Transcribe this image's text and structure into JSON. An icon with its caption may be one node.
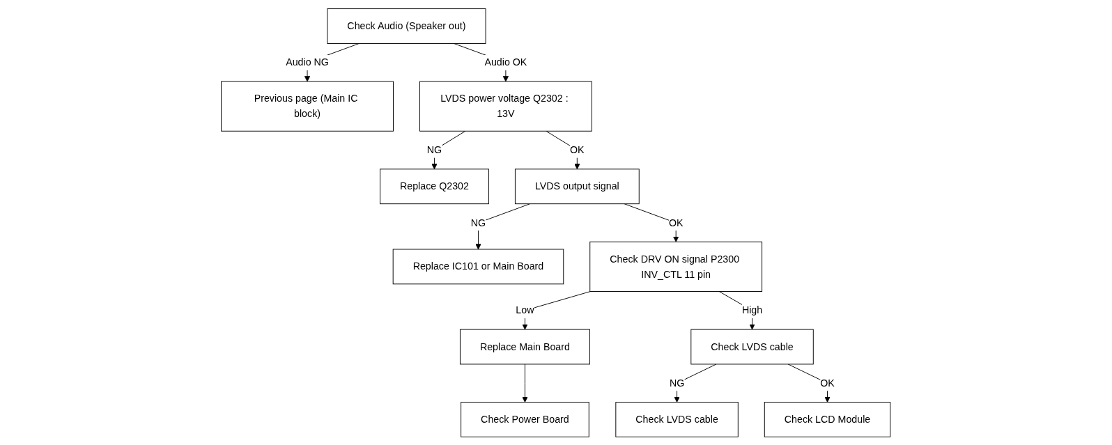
{
  "diagram": {
    "nodes": [
      {
        "text": [
          "Check Audio (Speaker out)"
        ]
      },
      {
        "text": [
          "Previous page (Main IC block)"
        ]
      },
      {
        "text": [
          "LVDS power voltage Q2302 : 13V"
        ]
      },
      {
        "text": [
          "Replace Q2302"
        ]
      },
      {
        "text": [
          "LVDS output signal"
        ]
      },
      {
        "text": [
          "Replace IC101 or Main Board"
        ]
      },
      {
        "text": [
          "Check DRV ON signal P2300 INV_CTL 11 pin"
        ]
      },
      {
        "text": [
          "Replace Main Board"
        ]
      },
      {
        "text": [
          "Check Power Board"
        ]
      },
      {
        "text": [
          "Check LVDS cable"
        ]
      },
      {
        "text": [
          "Check LVDS cable"
        ]
      },
      {
        "text": [
          "Check LCD Module"
        ]
      }
    ],
    "edges": [
      {
        "from": 0,
        "to": 1,
        "arrow": "to",
        "label": "Audio NG"
      },
      {
        "from": 0,
        "to": 2,
        "arrow": "to",
        "label": "Audio OK"
      },
      {
        "from": 2,
        "to": 3,
        "arrow": "to",
        "label": "NG"
      },
      {
        "from": 2,
        "to": 4,
        "arrow": "to",
        "label": "OK"
      },
      {
        "from": 4,
        "to": 5,
        "arrow": "to",
        "label": "NG"
      },
      {
        "from": 4,
        "to": 6,
        "arrow": "to",
        "label": "OK"
      },
      {
        "from": 6,
        "to": 7,
        "arrow": "to",
        "label": "Low"
      },
      {
        "from": 7,
        "to": 8,
        "arrow": "to"
      },
      {
        "from": 6,
        "to": 9,
        "arrow": "to",
        "label": "High"
      },
      {
        "from": 9,
        "to": 10,
        "arrow": "to",
        "label": "NG"
      },
      {
        "from": 9,
        "to": 11,
        "arrow": "to",
        "label": "OK"
      }
    ]
  }
}
